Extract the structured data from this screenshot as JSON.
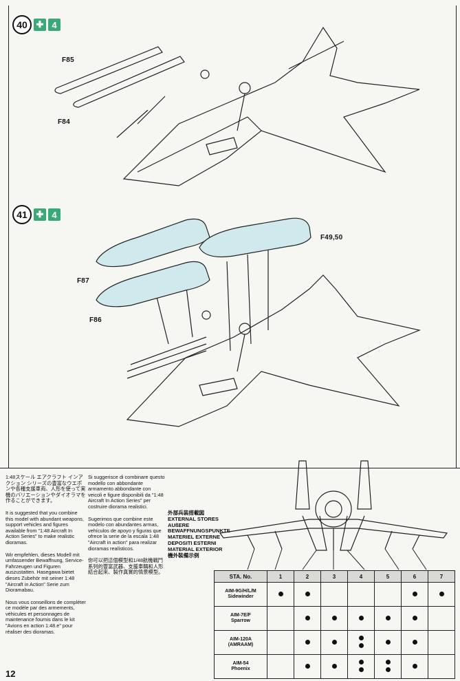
{
  "steps": [
    {
      "number": "40",
      "icons": [
        "assembly-icon",
        "view-4-icon"
      ]
    },
    {
      "number": "41",
      "icons": [
        "assembly-icon",
        "view-4-icon"
      ]
    }
  ],
  "parts": {
    "f85": "F85",
    "f84": "F84",
    "f87": "F87",
    "f86": "F86",
    "f4950": "F49,50"
  },
  "text": {
    "jp1": "1:48スケール エアクラフト インアクション シリーズの豊富なウエポンや各種支援車両、人形を使って実機のバリエーションやダイオラマを作ることができます。",
    "en": "It is suggested that you combine this model with abundant weapons, support vehicles and figures available from \"1:48 Aircraft In Action Series\" to make realistic dioramas.",
    "de": "Wir empfehlen, dieses Modell mit umfassender Bewaffnung, Service-Fahrzeugen und Figuren auszustatten. Hasegawa bietet dieses Zubehör mit seiner 1:48 \"Aircraft in Action\" Serie zum Dioramabau.",
    "fr": "Nous vous conseillons de compléter ce modèle par des armements, véhicules et personnages de maintenance fournis dans le kit \"Avions en action 1:48.e\" pour réaliser des dioramas.",
    "it": "Si suggerisce di combinare questo modello con abbondante armamento abbondante con veicoli e figure disponibili da \"1:48 Aircraft In Action Series\" per costruire diorama realistici.",
    "es": "Sugerimos que combine este modelo con abundantes armas, vehículos de apoyo y figuras que ofrece la serie de la escala 1:48 \"Aircraft in action\" para realizar dioramas realísticos.",
    "zh": "你可以把這個模型和1/48航機戰鬥系列的豐富武器、支援車輛和人形結合起來、製作真實的情景模型。"
  },
  "stores_headings": [
    "外部兵装搭載図",
    "EXTERNAL STORES",
    "AUßERE",
    "BEWAFFNUNGSPUNKTE",
    "MATERIEL EXTERNE",
    "DEPOSITI ESTERNI",
    "MATERIAL EXTERIOR",
    "機外裝備示例"
  ],
  "table": {
    "header": "STA. No.",
    "stations": [
      "1",
      "2",
      "3",
      "4",
      "5",
      "6",
      "7"
    ],
    "rows": [
      {
        "name": "AIM-9G/H/L/M\nSidewinder",
        "dots": [
          1,
          1,
          0,
          0,
          0,
          1,
          1
        ]
      },
      {
        "name": "AIM-7E/F\nSparrow",
        "dots": [
          0,
          1,
          1,
          1,
          1,
          1,
          0
        ]
      },
      {
        "name": "AIM-120A\n(AMRAAM)",
        "dots": [
          0,
          1,
          1,
          2,
          1,
          1,
          0
        ]
      },
      {
        "name": "AIM-54\nPhoenix",
        "dots": [
          0,
          1,
          1,
          2,
          2,
          1,
          0
        ]
      }
    ]
  },
  "page_number": "12",
  "colors": {
    "accent": "#3aa978",
    "tank": "#cfe9ec"
  }
}
